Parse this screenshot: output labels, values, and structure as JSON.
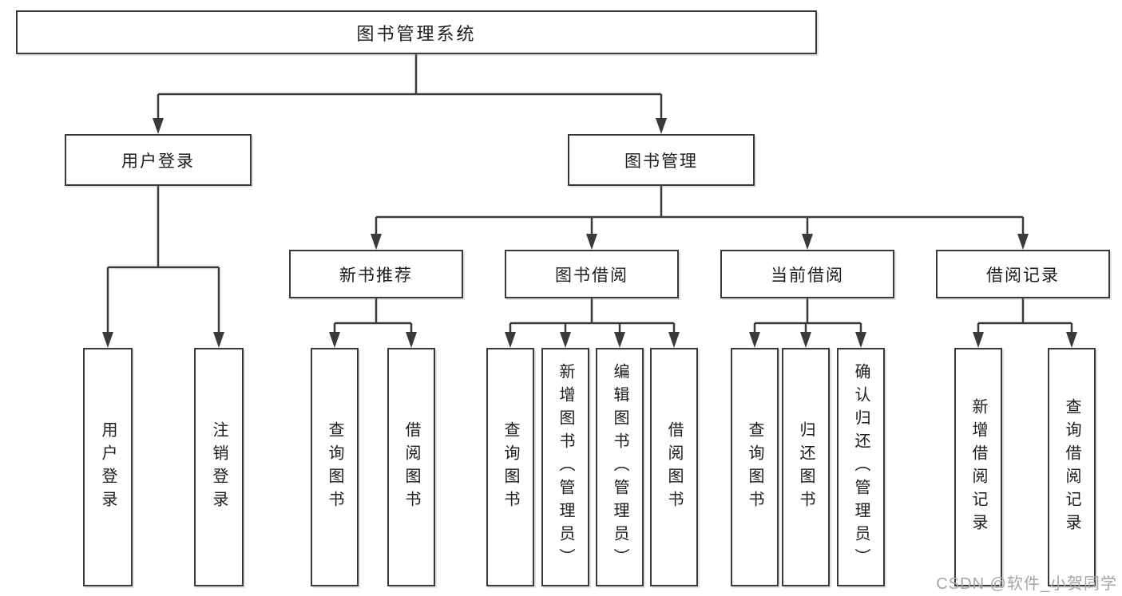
{
  "root": {
    "label": "图书管理系统"
  },
  "branches": [
    {
      "label": "用户登录",
      "children": [
        "用户登录",
        "注销登录"
      ]
    },
    {
      "label": "图书管理",
      "groups": [
        {
          "label": "新书推荐",
          "children": [
            "查询图书",
            "借阅图书"
          ]
        },
        {
          "label": "图书借阅",
          "children": [
            "查询图书",
            "新增图书（管理员）",
            "编辑图书（管理员）",
            "借阅图书"
          ]
        },
        {
          "label": "当前借阅",
          "children": [
            "查询图书",
            "归还图书",
            "确认归还（管理员）"
          ]
        },
        {
          "label": "借阅记录",
          "children": [
            "新增借阅记录",
            "查询借阅记录"
          ]
        }
      ]
    }
  ],
  "watermark": {
    "text": "CSDN @软件_小贺同学"
  },
  "colors": {
    "line": "#3a3a3a",
    "box_border": "#3a3a3a",
    "box_fill": "#ffffff",
    "text": "#1c1c1c",
    "watermark": "#a5a5a5",
    "background": "#ffffff"
  }
}
